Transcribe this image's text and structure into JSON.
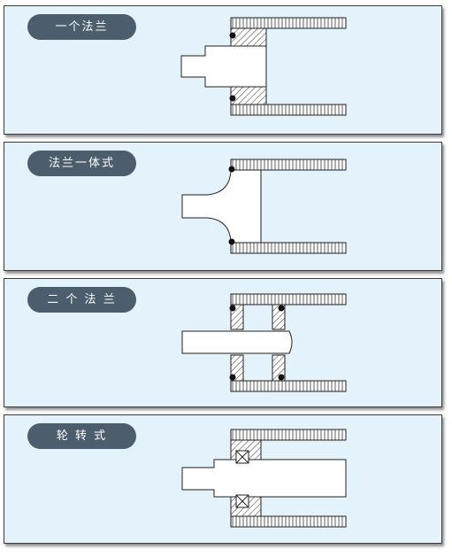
{
  "colors": {
    "panel_background": "#e4f2fb",
    "label_background": "#4c5d6e",
    "label_text": "#ffffff",
    "line": "#222222",
    "part_fill": "#ffffff"
  },
  "panels": [
    {
      "label": "一个法兰"
    },
    {
      "label": "法兰一体式"
    },
    {
      "label": "二 个 法 兰"
    },
    {
      "label": "轮 转 式"
    }
  ]
}
